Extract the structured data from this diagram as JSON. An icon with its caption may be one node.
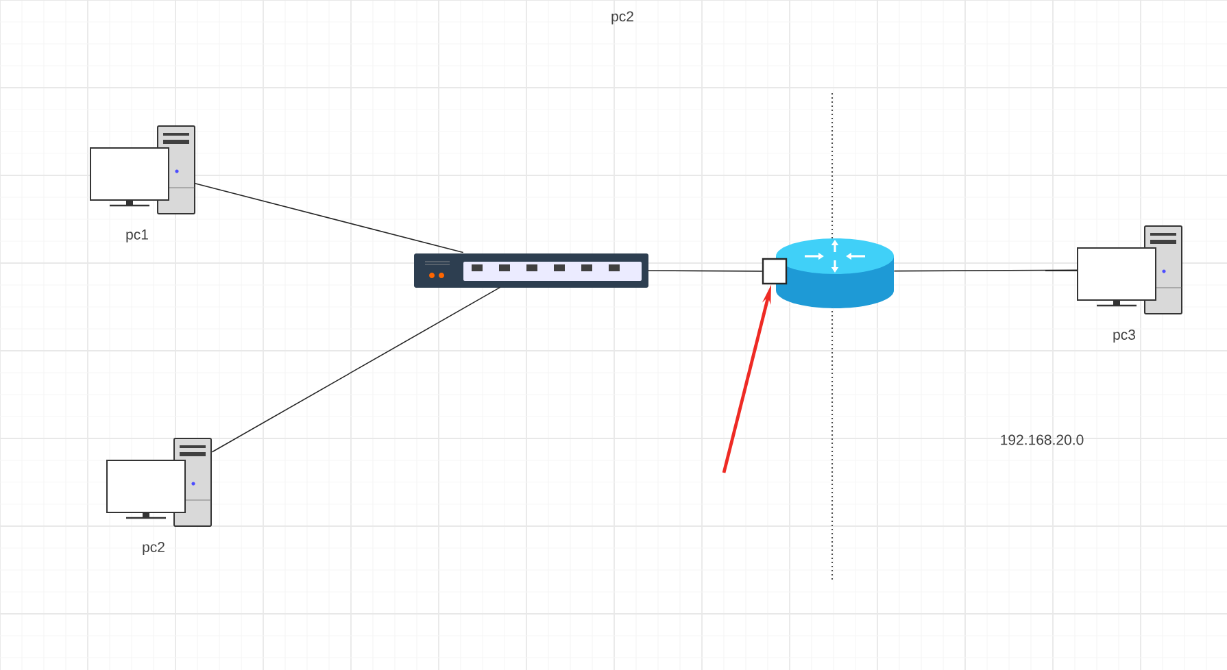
{
  "diagram": {
    "nodes": [
      {
        "text": [],
        "shape": "computer",
        "beside": [
          "pc1"
        ]
      },
      {
        "text": [],
        "shape": "computer",
        "beside": [
          "pc2"
        ]
      },
      {
        "text": [],
        "shape": "switch"
      },
      {
        "text": [],
        "shape": "box"
      },
      {
        "text": [],
        "shape": "router"
      },
      {
        "text": [],
        "shape": "computer",
        "beside": [
          "pc3"
        ]
      }
    ],
    "edges": [
      {
        "from": 0,
        "to": 2,
        "arrow": "none"
      },
      {
        "from": 1,
        "to": 2,
        "arrow": "none"
      },
      {
        "from": 2,
        "to": 3,
        "arrow": "none"
      },
      {
        "from": 4,
        "to": 5,
        "arrow": "none"
      },
      {
        "from": null,
        "to": 3,
        "arrow": "to",
        "style": "thick",
        "color": "#ee2a24"
      }
    ],
    "labels": [
      "pc2",
      "192.168.20.0"
    ]
  }
}
